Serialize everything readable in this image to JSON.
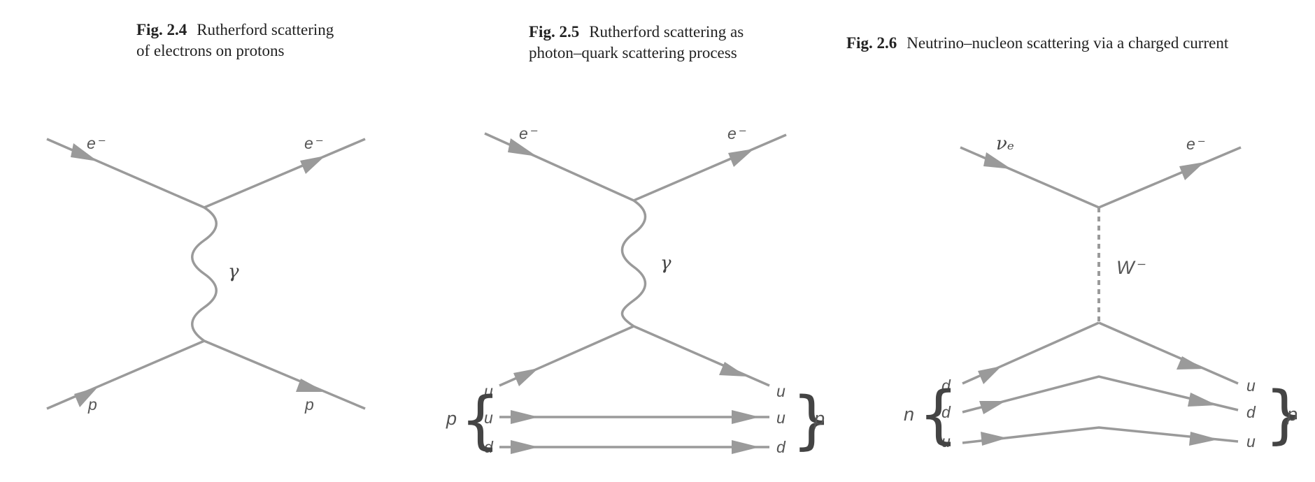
{
  "figures": [
    {
      "number": "Fig. 2.4",
      "caption": "Rutherford scattering of electrons on protons",
      "labels": {
        "e_in": "e⁻",
        "e_out": "e⁻",
        "boson": "γ",
        "p_in": "p",
        "p_out": "p"
      }
    },
    {
      "number": "Fig. 2.5",
      "caption": "Rutherford scattering as photon–quark scattering process",
      "labels": {
        "e_in": "e⁻",
        "e_out": "e⁻",
        "boson": "γ",
        "hadron_in": "p",
        "hadron_out": "p",
        "q_in": [
          "u",
          "u",
          "d"
        ],
        "q_out": [
          "u",
          "u",
          "d"
        ]
      }
    },
    {
      "number": "Fig. 2.6",
      "caption": "Neutrino–nucleon scattering via a charged current",
      "labels": {
        "nu_in": "νₑ",
        "e_out": "e⁻",
        "boson": "W⁻",
        "hadron_in": "n",
        "hadron_out": "p",
        "q_in": [
          "d",
          "d",
          "u"
        ],
        "q_out": [
          "u",
          "d",
          "u"
        ]
      }
    }
  ],
  "line_color": "#9a9a9a"
}
